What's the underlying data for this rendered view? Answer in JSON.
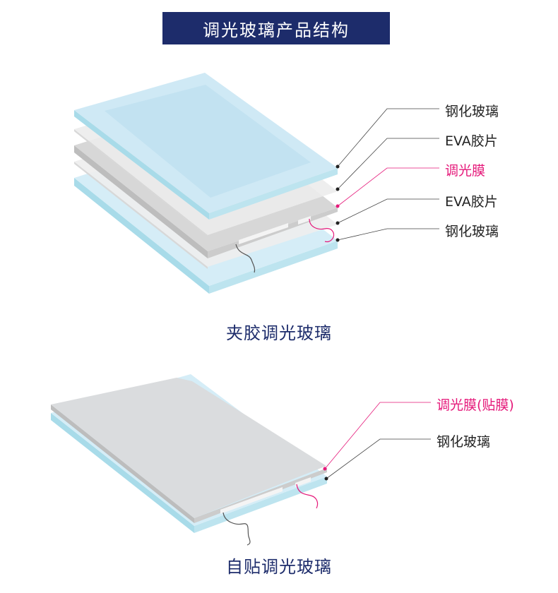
{
  "title": "调光玻璃产品结构",
  "colors": {
    "header_bg": "#1d2c6b",
    "caption": "#1d2c6b",
    "film_label": "#e5197a",
    "label": "#222222",
    "glass": "#cfe9f5",
    "glass_edge": "#9fd6e8",
    "film": "#dcdcdc"
  },
  "laminated": {
    "labels": {
      "glass_top": "钢化玻璃",
      "eva_top": "EVA胶片",
      "film": "调光膜",
      "eva_bottom": "EVA胶片",
      "glass_bottom": "钢化玻璃"
    },
    "caption": "夹胶调光玻璃"
  },
  "self_adhesive": {
    "labels": {
      "film": "调光膜(贴膜)",
      "glass": "钢化玻璃"
    },
    "caption": "自贴调光玻璃"
  }
}
